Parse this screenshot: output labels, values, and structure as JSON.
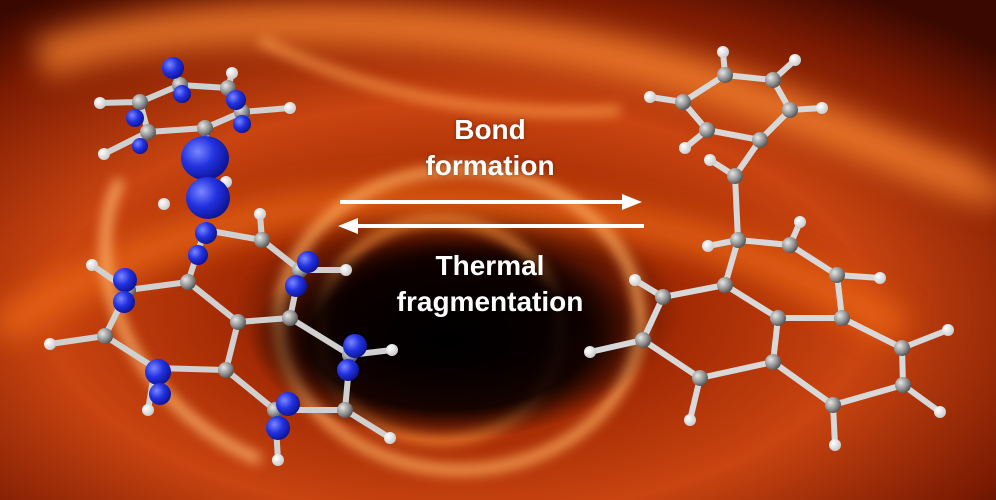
{
  "labels": {
    "forward_line1": "Bond",
    "forward_line2": "formation",
    "reverse_line1": "Thermal",
    "reverse_line2": "fragmentation"
  },
  "colors": {
    "background_glow": "#e85a10",
    "background_dark": "#120100",
    "arrow": "#ffffff",
    "carbon": "#9a9a9a",
    "hydrogen": "#ffffff",
    "spin_density": "#1f2ee0"
  },
  "molecules": {
    "left": "radical pair with spin density lobes",
    "right": "bonded product"
  }
}
